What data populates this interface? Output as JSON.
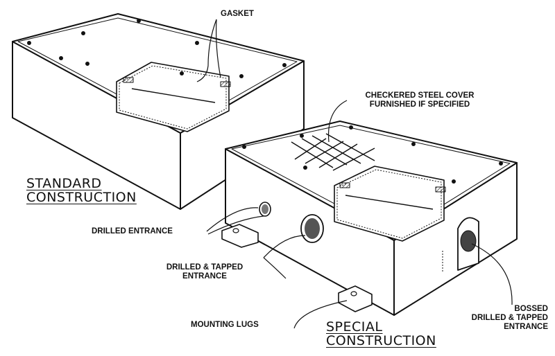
{
  "labels": {
    "gasket": "GASKET",
    "checkered_cover_line1": "CHECKERED STEEL COVER",
    "checkered_cover_line2": "FURNISHED IF SPECIFIED",
    "standard_line1": "STANDARD",
    "standard_line2": "CONSTRUCTION",
    "drilled_entrance": "DRILLED ENTRANCE",
    "drilled_tapped_line1": "DRILLED & TAPPED",
    "drilled_tapped_line2": "ENTRANCE",
    "mounting_lugs": "MOUNTING LUGS",
    "special_line1": "SPECIAL",
    "special_line2": "CONSTRUCTION",
    "bossed_line1": "BOSSED",
    "bossed_line2": "DRILLED & TAPPED",
    "bossed_line3": "ENTRANCE"
  }
}
